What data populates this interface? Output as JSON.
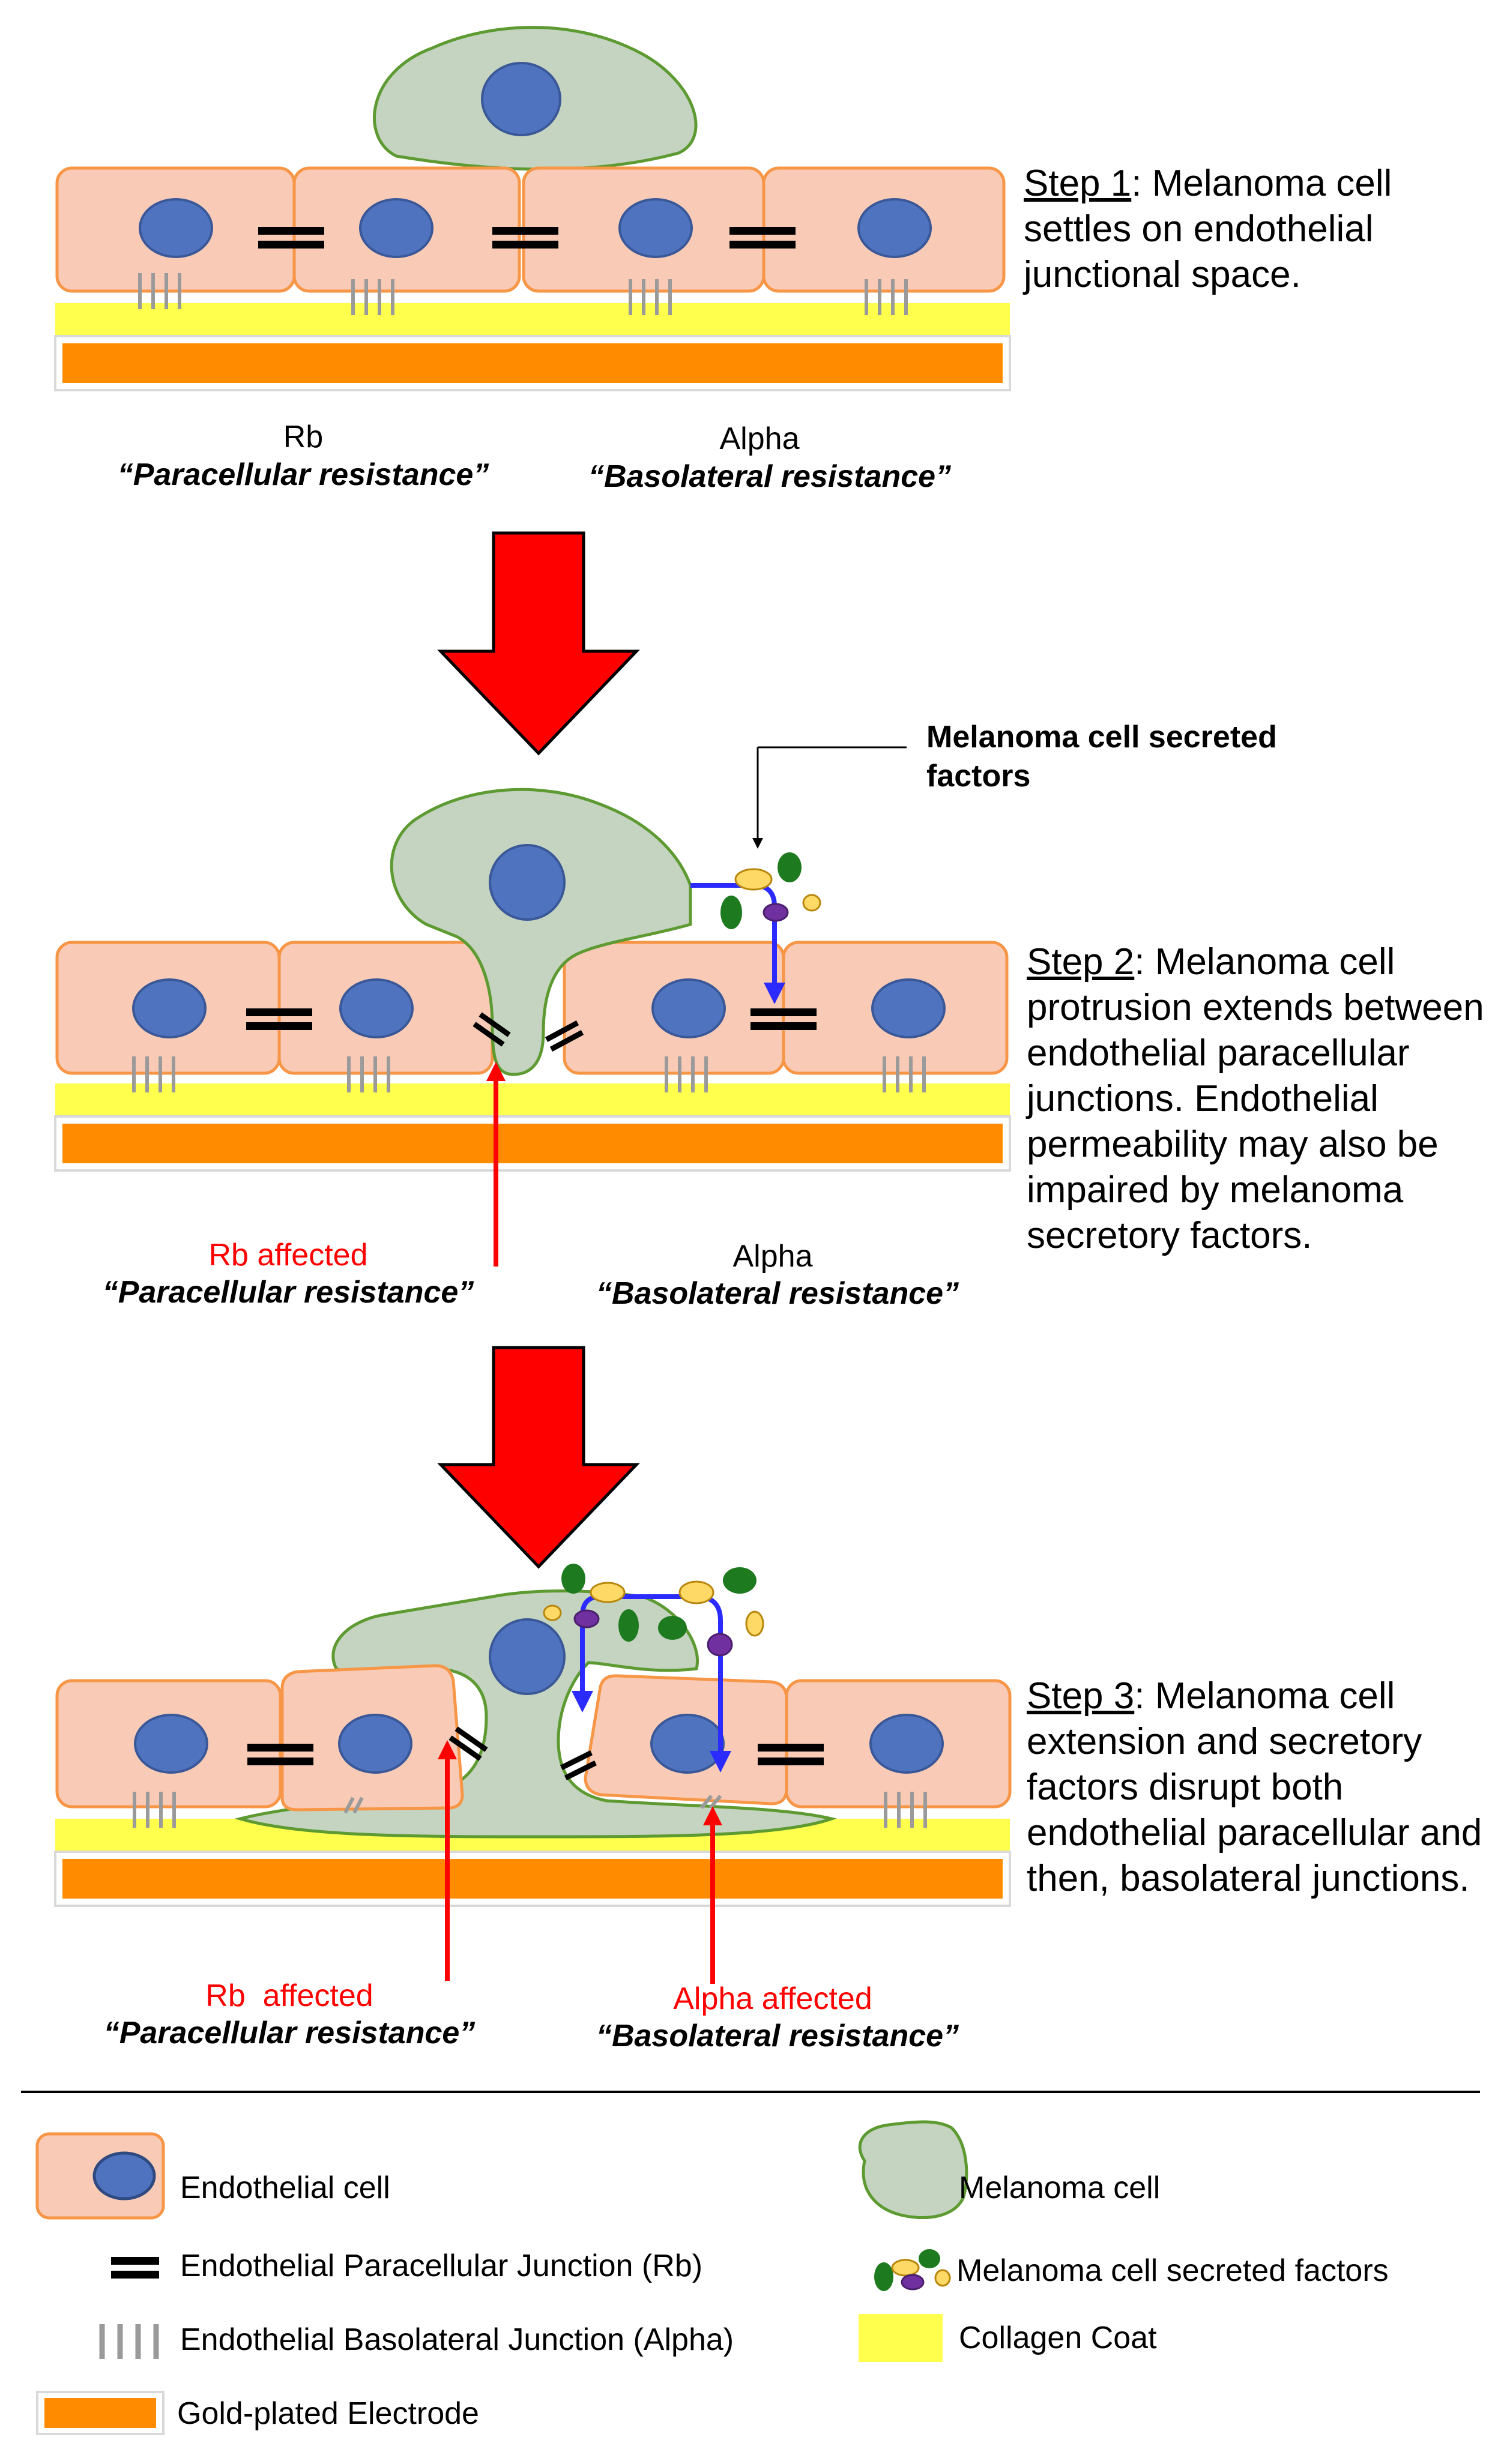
{
  "steps": [
    {
      "title": "Step 1",
      "text": ": Melanoma cell settles on endothelial junctional space.",
      "labels": {
        "rb": "Rb",
        "alpha": "Alpha",
        "paracellular": "“Paracellular resistance”",
        "basolateral": "“Basolateral resistance”"
      }
    },
    {
      "title": "Step 2",
      "text": ": Melanoma cell protrusion extends between endothelial paracellular junctions. Endothelial permeability may also be impaired by melanoma secretory factors.",
      "labels": {
        "rb": "Rb affected",
        "alpha": "Alpha",
        "paracellular": "“Paracellular resistance”",
        "basolateral": "“Basolateral resistance”"
      },
      "callout": "Melanoma cell secreted factors"
    },
    {
      "title": "Step 3",
      "text": ": Melanoma cell extension and secretory factors disrupt both endothelial paracellular and then, basolateral junctions.",
      "labels": {
        "rb": "Rb  affected",
        "alpha": "Alpha affected",
        "paracellular": "“Paracellular resistance”",
        "basolateral": "“Basolateral resistance”"
      }
    }
  ],
  "legend": {
    "endothelial_cell": "Endothelial cell",
    "paracellular_junction": "Endothelial Paracellular Junction (Rb)",
    "basolateral_junction": "Endothelial Basolateral Junction (Alpha)",
    "electrode": "Gold-plated Electrode",
    "melanoma_cell": "Melanoma cell",
    "secreted_factors": "Melanoma cell secreted factors",
    "collagen": "Collagen Coat"
  },
  "colors": {
    "endothelial_fill": "#F9CBB7",
    "endothelial_border": "#F79646",
    "nucleus": "#4F73BE",
    "melanoma_fill": "#C4D4C0",
    "melanoma_border": "#5E9A32",
    "collagen": "#FFFF4D",
    "electrode": "#FF8C00",
    "arrow_red": "#FF0000",
    "pathway_blue": "#2B2BFF",
    "factor_green": "#1E7A1E",
    "factor_yellow": "#FFD966",
    "factor_purple": "#7030A0",
    "affected_text": "#FF0000"
  }
}
